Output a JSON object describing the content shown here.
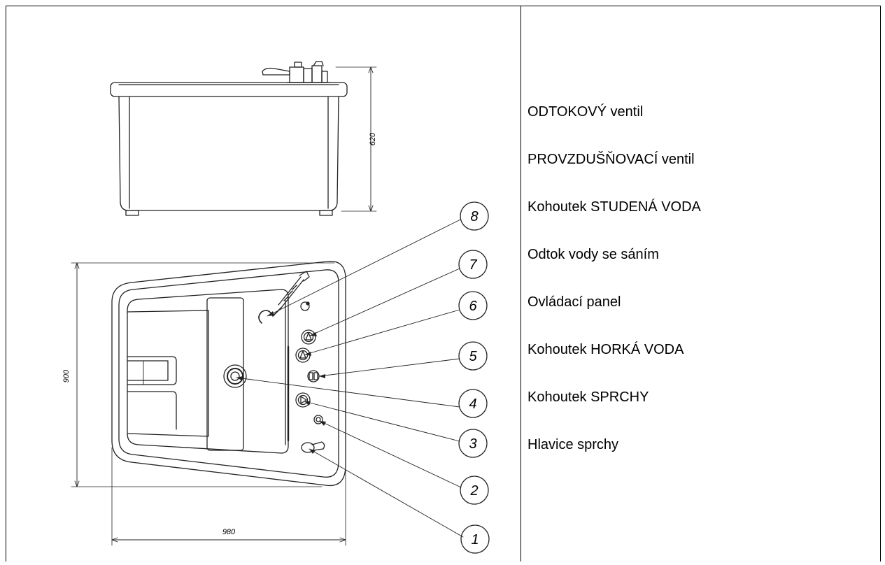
{
  "drawing": {
    "dimensions": {
      "height_side": "620",
      "depth_top": "900",
      "width_top": "980"
    },
    "callouts": [
      "1",
      "2",
      "3",
      "4",
      "5",
      "6",
      "7",
      "8"
    ]
  },
  "legend": {
    "items": [
      "ODTOKOVÝ ventil",
      "PROVZDUŠŇOVACÍ ventil",
      "Kohoutek STUDENÁ VODA",
      "Odtok vody se sáním",
      "Ovládací panel",
      "Kohoutek HORKÁ VODA",
      "Kohoutek SPRCHY",
      "Hlavice sprchy"
    ]
  }
}
